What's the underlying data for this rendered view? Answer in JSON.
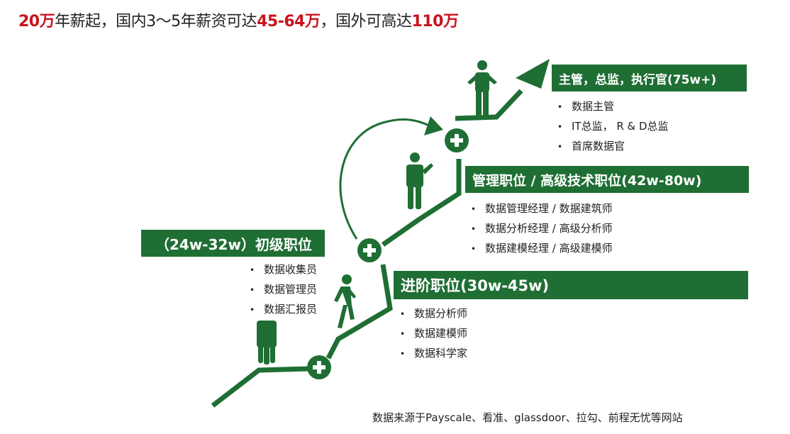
{
  "headline": {
    "part1": "20万",
    "part2": "年薪起，国内3～5年薪资可达",
    "part3": "45-64万",
    "part4": "，国外可高达",
    "part5": "110万"
  },
  "colors": {
    "brand_green": "#1f6e34",
    "highlight_red": "#c8141e",
    "text": "#222222"
  },
  "tiers": [
    {
      "title": "（24w-32w）初级职位",
      "items": [
        "数据收集员",
        "数据管理员",
        "数据汇报员"
      ]
    },
    {
      "title": "进阶职位(30w-45w)",
      "items": [
        "数据分析师",
        "数据建模师",
        "数据科学家"
      ]
    },
    {
      "title": "管理职位 / 高级技术职位(42w-80w)",
      "items": [
        "数据管理经理 /  数据建筑师",
        "数据分析经理 / 高级分析师",
        "数据建模经理 / 高级建模师"
      ]
    },
    {
      "title": "主管，总监，执行官(75w+)",
      "items": [
        "数据主管",
        "IT总监， R & D总监",
        "首席数据官"
      ]
    }
  ],
  "icons": [
    "person-standing-icon",
    "person-walking-icon",
    "person-presenting-icon",
    "person-shrugging-icon",
    "plus-circle-icon",
    "arrow-up-right-icon",
    "curved-arrow-icon"
  ],
  "source_note": "数据来源于Payscale、看准、glassdoor、拉勾、前程无忧等网站"
}
